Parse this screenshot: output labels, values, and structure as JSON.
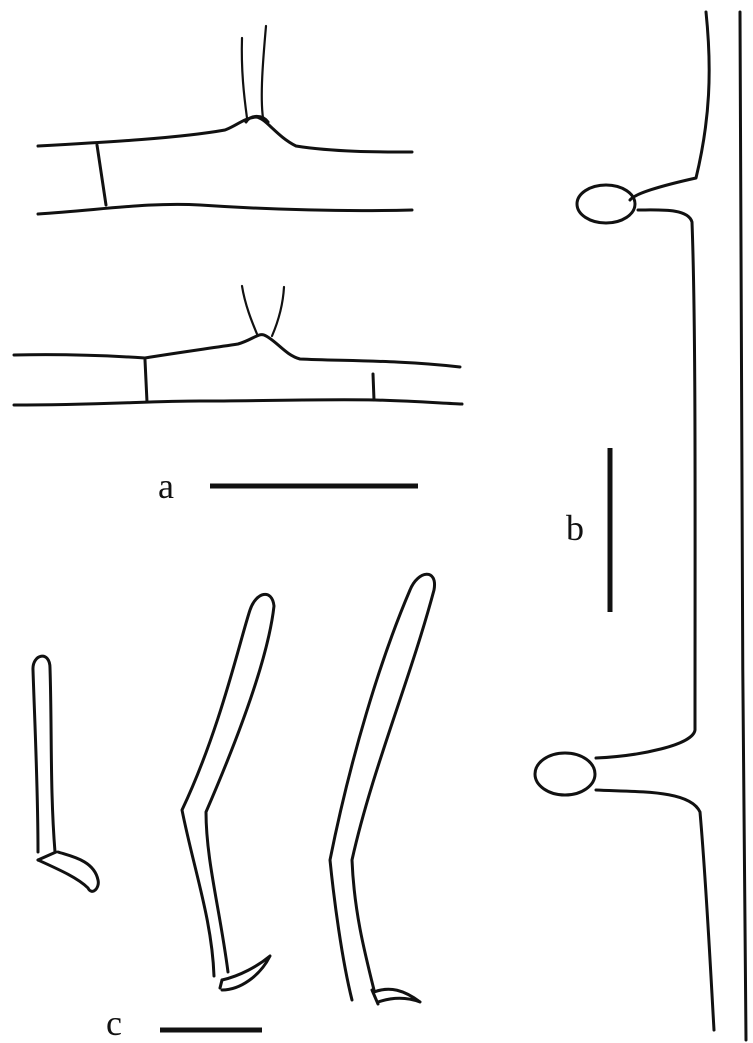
{
  "figure": {
    "panel_labels": {
      "a": "a",
      "b": "b",
      "c": "c"
    },
    "line_color": "#111111",
    "background_color": "#ffffff"
  }
}
